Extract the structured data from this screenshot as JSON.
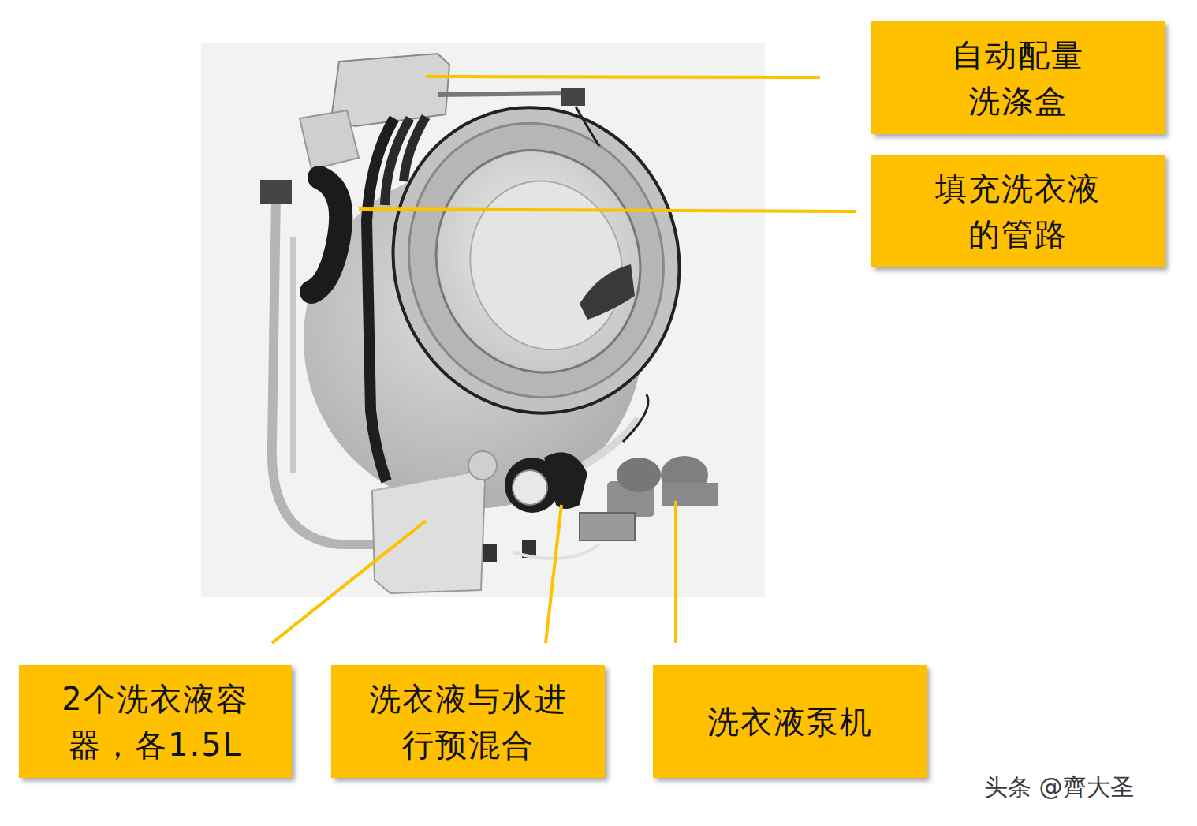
{
  "diagram": {
    "nodes": [
      {
        "text": [
          "自动配量洗涤盒"
        ]
      },
      {
        "text": [
          "填充洗衣液的管路"
        ]
      },
      {
        "text": [
          "2个洗衣液容器，各1.5L"
        ]
      },
      {
        "text": [
          "洗衣液与水进行预混合"
        ]
      },
      {
        "text": [
          "洗衣液泵机"
        ]
      }
    ],
    "labels": [
      "头条 @齊大圣"
    ]
  }
}
